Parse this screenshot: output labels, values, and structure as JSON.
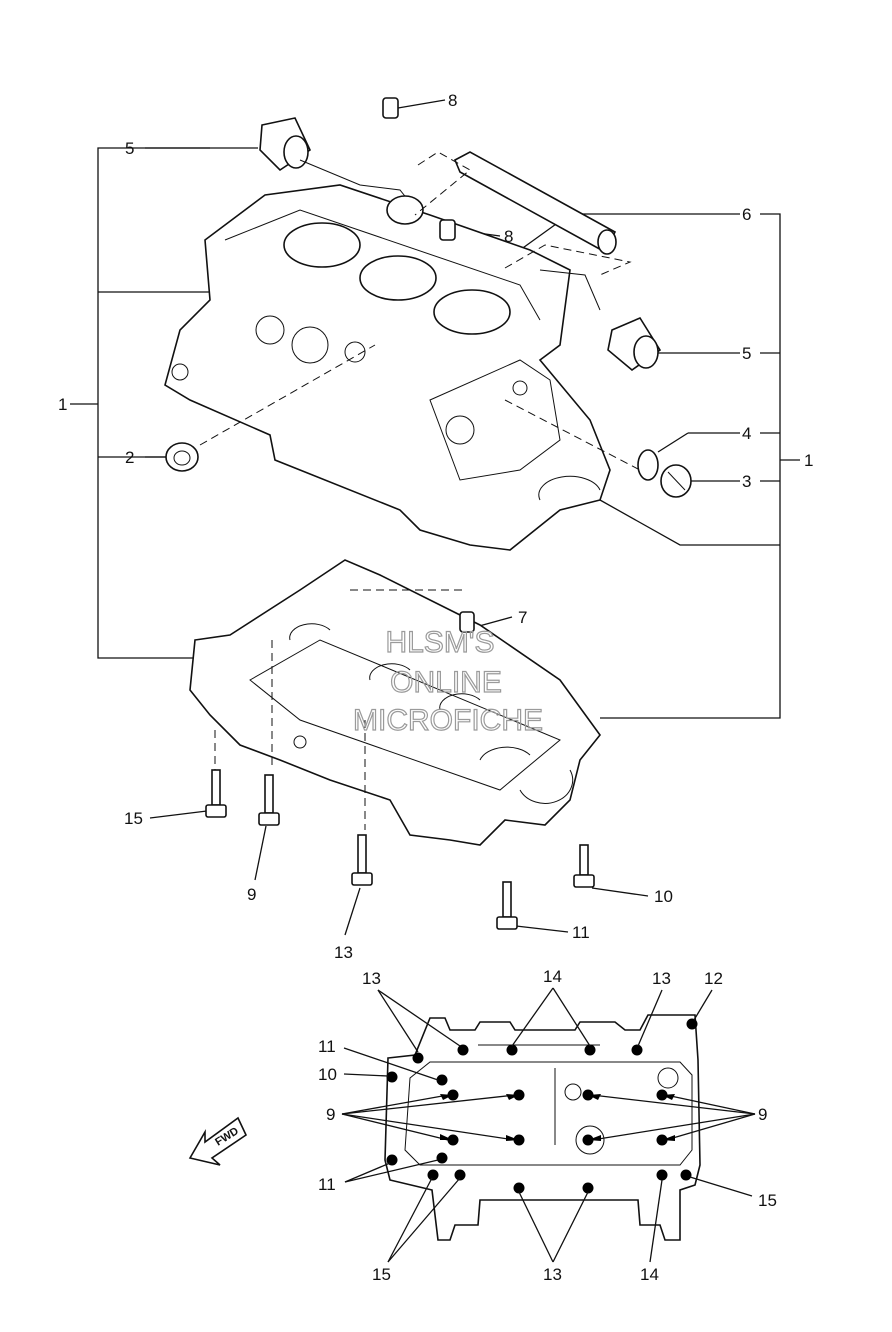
{
  "callouts": {
    "c1_left": "1",
    "c1_right": "1",
    "c2": "2",
    "c3": "3",
    "c4": "4",
    "c5_top": "5",
    "c5_right": "5",
    "c6": "6",
    "c7": "7",
    "c8_top": "8",
    "c8_mid": "8",
    "c9": "9",
    "c10": "10",
    "c11": "11",
    "c13": "13",
    "c15": "15"
  },
  "pattern": {
    "l13_top": "13",
    "l14_top": "14",
    "l13_topright": "13",
    "l12": "12",
    "l11_a": "11",
    "l10": "10",
    "l9_left": "9",
    "l9_right": "9",
    "l11_b": "11",
    "l15_right": "15",
    "l15_bottom": "15",
    "l13_bottom": "13",
    "l14_bottom": "14"
  },
  "fwd_label": "FWD",
  "watermark": [
    "HLSM'S",
    "ONLINE",
    "MICROFICHE"
  ]
}
